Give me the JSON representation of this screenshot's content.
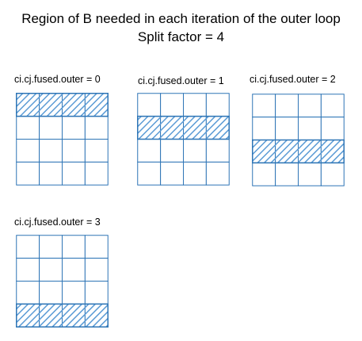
{
  "title": "Region of B needed in each iteration of the outer loop",
  "subtitle": "Split factor = 4",
  "grid_rows": 4,
  "grid_cols": 4,
  "colors": {
    "grid_line": "#2e75b6",
    "hatch": "#5b9bd5",
    "background": "#ffffff"
  },
  "panels": [
    {
      "label": "ci.cj.fused.outer = 0",
      "highlighted_row": 0
    },
    {
      "label": "ci.cj.fused.outer = 1",
      "highlighted_row": 1
    },
    {
      "label": "ci.cj.fused.outer = 2",
      "highlighted_row": 2
    },
    {
      "label": "ci.cj.fused.outer = 3",
      "highlighted_row": 3
    }
  ]
}
